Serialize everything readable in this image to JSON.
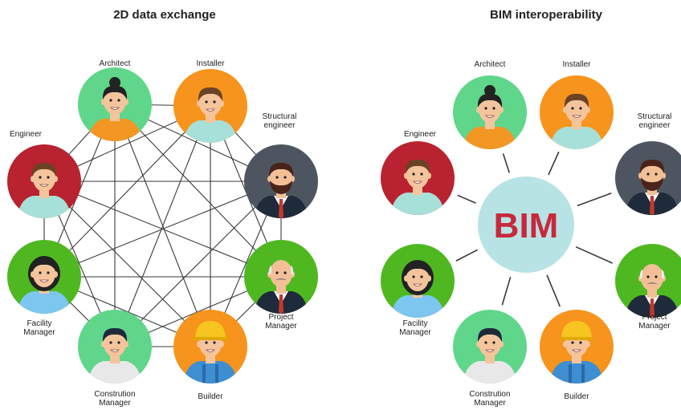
{
  "left_panel": {
    "title": "2D data exchange"
  },
  "right_panel": {
    "title": "BIM interoperability",
    "hub_label": "BIM"
  },
  "roles": [
    {
      "id": "architect",
      "label": [
        "Architect"
      ],
      "bg": "#5fd68a",
      "skin": "#f4c49c",
      "hair": "#222222",
      "hair_style": "bun",
      "shirt": "#f29624",
      "suit": ""
    },
    {
      "id": "installer",
      "label": [
        "Installer"
      ],
      "bg": "#f7941d",
      "skin": "#f4c49c",
      "hair": "#6b4226",
      "hair_style": "short",
      "shirt": "#a7e0d8",
      "suit": ""
    },
    {
      "id": "structural-engineer",
      "label": [
        "Structural",
        "engineer"
      ],
      "bg": "#4d5560",
      "skin": "#f2bf97",
      "hair": "#4a2418",
      "hair_style": "short",
      "shirt": "#ffffff",
      "suit": "#1f2a3a",
      "beard": true
    },
    {
      "id": "project-manager",
      "label": [
        "Project",
        "Manager"
      ],
      "bg": "#4fb821",
      "skin": "#f2bf97",
      "hair": "#e9e9e9",
      "hair_style": "bald",
      "shirt": "#ffffff",
      "suit": "#1f2a3a",
      "mustache": true
    },
    {
      "id": "builder",
      "label": [
        "Builder"
      ],
      "bg": "#f7941d",
      "skin": "#f4c49c",
      "hair": "#f7c520",
      "hair_style": "helmet",
      "shirt": "#3d8fd1",
      "suit": ""
    },
    {
      "id": "construction-manager",
      "label": [
        "Constrution",
        "Manager"
      ],
      "bg": "#5fd68a",
      "skin": "#f4c49c",
      "hair": "#1e2a3a",
      "hair_style": "short",
      "shirt": "#e8e8e8",
      "suit": ""
    },
    {
      "id": "facility-manager",
      "label": [
        "Facility",
        "Manager"
      ],
      "bg": "#4fb821",
      "skin": "#f4c49c",
      "hair": "#222222",
      "hair_style": "bob",
      "shirt": "#7cc6ef",
      "suit": ""
    },
    {
      "id": "engineer",
      "label": [
        "Engineer"
      ],
      "bg": "#b8232f",
      "skin": "#f4c49c",
      "hair": "#6b4226",
      "hair_style": "short",
      "shirt": "#a7e0d8",
      "suit": ""
    }
  ],
  "colors": {
    "line": "#3a3a3a",
    "hub_fill": "#b7e3e4",
    "hub_text": "#c8283d"
  }
}
